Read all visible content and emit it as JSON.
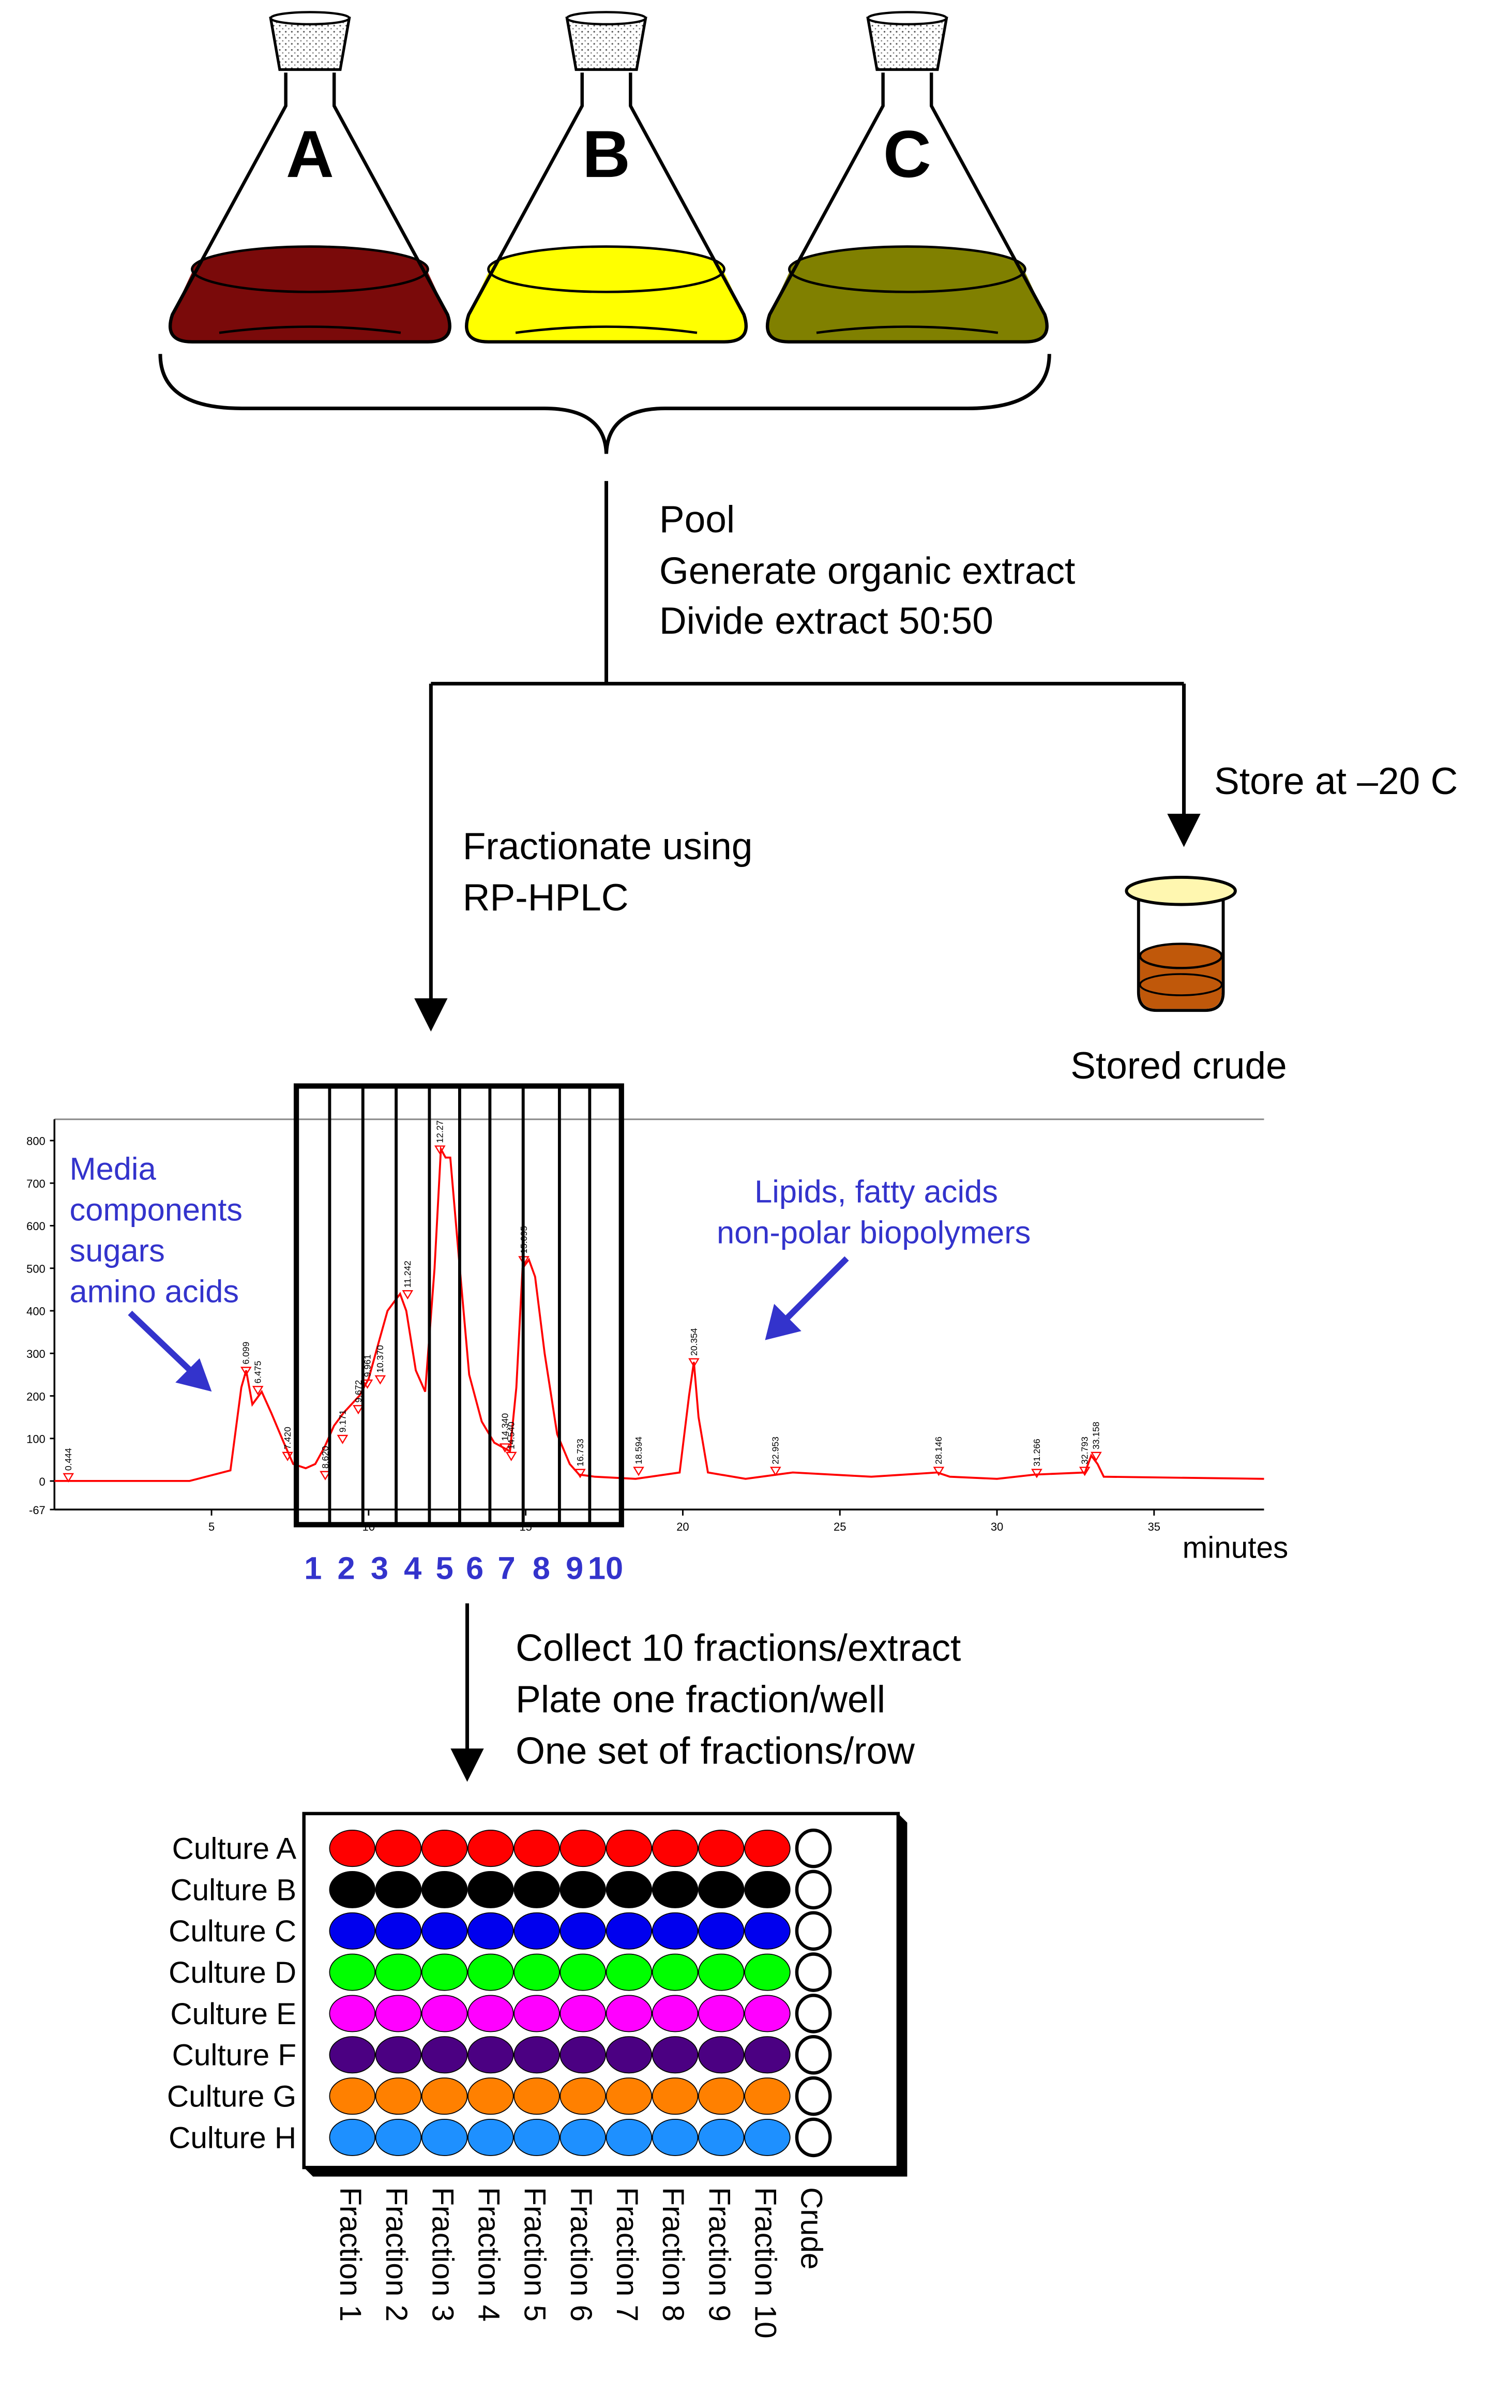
{
  "flasks": [
    {
      "label": "A",
      "color": "#7a0a0a"
    },
    {
      "label": "B",
      "color": "#ffff00"
    },
    {
      "label": "C",
      "color": "#808000"
    }
  ],
  "steps": {
    "pool": [
      "Pool",
      "Generate organic extract",
      "Divide extract 50:50"
    ],
    "store": "Store at –20 C",
    "fractionate": [
      "Fractionate using",
      "RP-HPLC"
    ],
    "stored_crude": "Stored crude",
    "collect": [
      "Collect 10 fractions/extract",
      "Plate one fraction/well",
      "One set of fractions/row"
    ]
  },
  "colors": {
    "trace": "#ff0000",
    "annotation": "#3333cc",
    "crude_liquid": "#c0580a",
    "crude_cap": "#fff7b0"
  },
  "annotations": {
    "left": [
      "Media",
      "components",
      "sugars",
      "amino acids"
    ],
    "right": [
      "Lipids, fatty acids",
      "non-polar biopolymers"
    ]
  },
  "chart_data": {
    "type": "line",
    "xlabel": "minutes",
    "ylabel": "",
    "xlim": [
      0,
      38.5
    ],
    "ylim": [
      -67,
      850
    ],
    "x_ticks": [
      "5",
      "10",
      "15",
      "20",
      "25",
      "30",
      "35"
    ],
    "y_ticks": [
      "-67",
      "0",
      "100",
      "200",
      "300",
      "400",
      "500",
      "600",
      "700",
      "800"
    ],
    "series": [
      {
        "x": [
          0,
          4.3,
          5.6,
          5.95,
          6.1,
          6.3,
          6.6,
          6.9,
          7.3,
          7.6,
          8.0,
          8.3,
          8.6,
          8.9,
          9.2,
          9.7,
          10.0,
          10.3,
          10.6,
          11.0,
          11.2,
          11.5,
          11.8,
          12.1,
          12.3,
          12.45,
          12.6,
          12.9,
          13.2,
          13.6,
          14.0,
          14.5,
          14.7,
          14.9,
          15.1,
          15.3,
          15.6,
          16.0,
          16.4,
          16.7,
          17.2,
          18.5,
          19.9,
          20.2,
          20.35,
          20.5,
          20.8,
          22.0,
          23.5,
          26.0,
          28.1,
          28.5,
          30.0,
          31.2,
          32.8,
          33.0,
          33.2,
          33.4,
          38.5
        ],
        "y": [
          0,
          0,
          25,
          220,
          260,
          180,
          210,
          160,
          90,
          40,
          30,
          40,
          80,
          130,
          160,
          200,
          240,
          320,
          400,
          440,
          400,
          260,
          210,
          500,
          780,
          760,
          760,
          500,
          250,
          140,
          90,
          70,
          220,
          500,
          520,
          480,
          300,
          110,
          40,
          15,
          10,
          5,
          20,
          200,
          280,
          150,
          20,
          5,
          20,
          10,
          20,
          10,
          5,
          15,
          20,
          60,
          40,
          10,
          5
        ]
      }
    ],
    "peak_labels": [
      {
        "x": 0.444,
        "y": 10,
        "label": "0.444"
      },
      {
        "x": 6.099,
        "y": 260,
        "label": "6.099"
      },
      {
        "x": 6.475,
        "y": 215,
        "label": "6.475"
      },
      {
        "x": 7.42,
        "y": 60,
        "label": "7.420"
      },
      {
        "x": 8.62,
        "y": 15,
        "label": "8.620"
      },
      {
        "x": 9.171,
        "y": 100,
        "label": "9.171"
      },
      {
        "x": 9.672,
        "y": 170,
        "label": "9.672"
      },
      {
        "x": 9.961,
        "y": 230,
        "label": "9.961"
      },
      {
        "x": 10.37,
        "y": 240,
        "label": "10.370"
      },
      {
        "x": 11.242,
        "y": 440,
        "label": "11.242"
      },
      {
        "x": 12.27,
        "y": 780,
        "label": "12.27"
      },
      {
        "x": 14.34,
        "y": 80,
        "label": "14.340"
      },
      {
        "x": 14.94,
        "y": 520,
        "label": "15.095"
      },
      {
        "x": 14.54,
        "y": 60,
        "label": "14.540"
      },
      {
        "x": 16.733,
        "y": 20,
        "label": "16.733"
      },
      {
        "x": 18.594,
        "y": 25,
        "label": "18.594"
      },
      {
        "x": 20.354,
        "y": 280,
        "label": "20.354"
      },
      {
        "x": 22.953,
        "y": 25,
        "label": "22.953"
      },
      {
        "x": 28.146,
        "y": 25,
        "label": "28.146"
      },
      {
        "x": 31.266,
        "y": 20,
        "label": "31.266"
      },
      {
        "x": 32.793,
        "y": 25,
        "label": "32.793"
      },
      {
        "x": 33.158,
        "y": 60,
        "label": "33.158"
      }
    ],
    "fractions": [
      "1",
      "2",
      "3",
      "4",
      "5",
      "6",
      "7",
      "8",
      "9",
      "10"
    ]
  },
  "plate": {
    "rows": [
      {
        "label": "Culture A",
        "color": "#ff0000"
      },
      {
        "label": "Culture B",
        "color": "#000000"
      },
      {
        "label": "Culture C",
        "color": "#0000ee"
      },
      {
        "label": "Culture D",
        "color": "#00ff00"
      },
      {
        "label": "Culture E",
        "color": "#ff00ff"
      },
      {
        "label": "Culture F",
        "color": "#4b0082"
      },
      {
        "label": "Culture G",
        "color": "#ff8000"
      },
      {
        "label": "Culture H",
        "color": "#1e90ff"
      }
    ],
    "columns": [
      "Fraction 1",
      "Fraction 2",
      "Fraction 3",
      "Fraction 4",
      "Fraction 5",
      "Fraction 6",
      "Fraction 7",
      "Fraction 8",
      "Fraction 9",
      "Fraction 10",
      "Crude"
    ]
  }
}
